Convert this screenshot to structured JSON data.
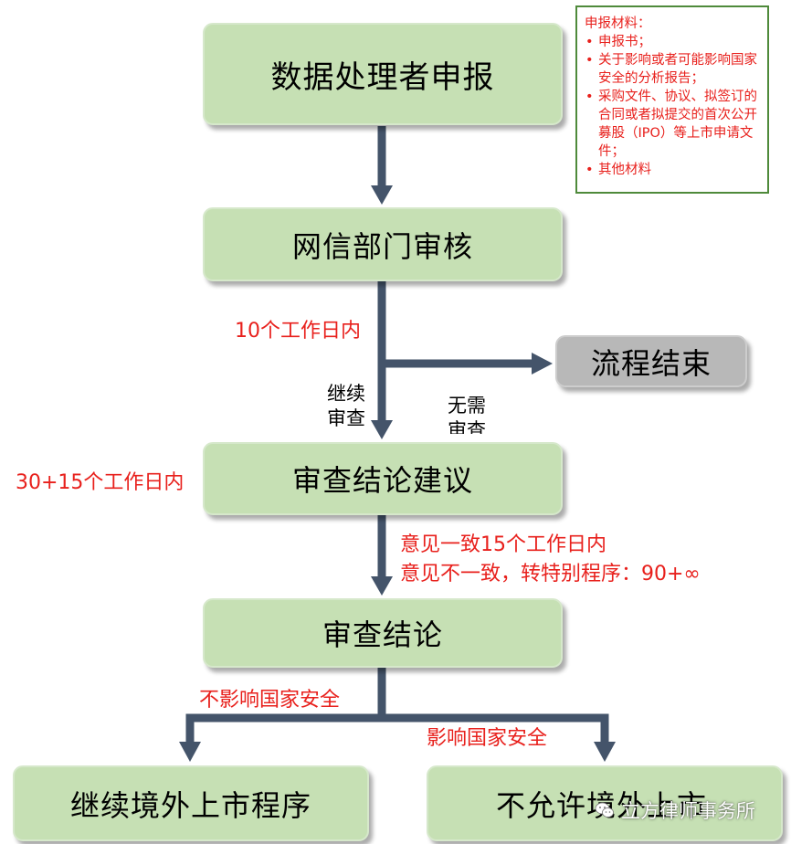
{
  "nodes": {
    "declare": "数据处理者申报",
    "review": "网信部门审核",
    "end": "流程结束",
    "recommendation": "审查结论建议",
    "conclusion": "审查结论",
    "continue_listing": "继续境外上市程序",
    "no_listing": "不允许境外上市"
  },
  "labels": {
    "within_10_days": "10个工作日内",
    "continue_review_1": "继续",
    "continue_review_2": "审查",
    "no_review_1": "无需",
    "no_review_2": "审查",
    "within_30_15_days": "30+15个工作日内",
    "agree_15_days": "意见一致15个工作日内",
    "disagree_special": "意见不一致，转特别程序：90+∞",
    "not_affect_security": "不影响国家安全",
    "affect_security": "影响国家安全"
  },
  "materials": {
    "title": "申报材料：",
    "items": [
      "申报书；",
      "关于影响或者可能影响国家安全的分析报告；",
      "采购文件、协议、拟签订的合同或者拟提交的首次公开募股（IPO）等上市申请文件；",
      "其他材料"
    ]
  },
  "watermark": "立方律师事务所",
  "colors": {
    "box_fill": "#c6e0b4",
    "end_fill": "#b8b8b8",
    "connector": "#44546a",
    "red_text": "#e8201c",
    "notes_border": "#4f8a3b"
  }
}
